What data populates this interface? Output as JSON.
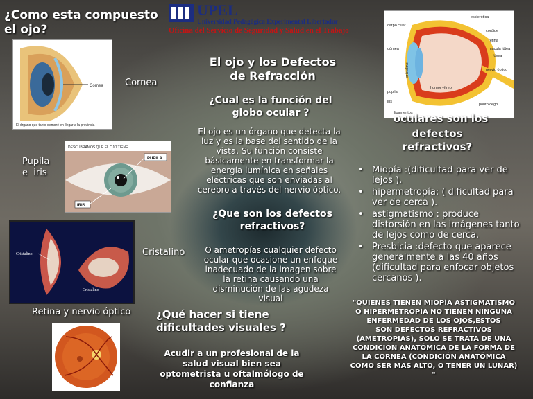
{
  "left": {
    "heading": "¿Como esta compuesto el ojo?",
    "cornea_label": "Cornea",
    "cornea_caption": "El órgano que tanto demoré en llegar a la provincia",
    "cornea_tag": "Cornea",
    "pupila_label": "Pupila\ne  iris",
    "eye_header": "DESCUBRAMOS QUE EL OJO TIENE...",
    "eye_tag_pupila": "PUPILA",
    "eye_tag_iris": "IRIS",
    "cristalino_label": "Cristalino",
    "cristalino_tag1": "Cristalino",
    "cristalino_tag2": "Cristalino",
    "retina_label": "Retina y nervio óptico"
  },
  "header": {
    "logo_text": "UPEL",
    "university": "Universidad Pedagógica Experimental Libertador",
    "office": "Oficina del Servicio de Seguridad y Salud en el Trabajo"
  },
  "center": {
    "title": "El ojo y los Defectos de Refracción",
    "q1": "¿Cual es la función del globo ocular ?",
    "p1": "El ojo es un órgano que detecta la luz y es la base del sentido de la vista. Su función consiste básicamente en transformar la energía lumínica en señales eléctricas que son enviadas al cerebro a través del nervio óptico.",
    "q2": "¿Que son los defectos refractivos?",
    "p2": "O ametropías cualquier defecto ocular que ocasione un enfoque inadecuado de la imagen sobre la retina causando una disminución de las agudeza visual",
    "q3": "¿Qué hacer  si tiene dificultades visuales ?",
    "p3": "Acudir a un profesional de la salud visual bien sea optometrista u oftalmólogo de confianza"
  },
  "right": {
    "diagram_labels": [
      "esclerótica",
      "carpo ciliar",
      "córnea",
      "coróide",
      "retina",
      "mácula lútea",
      "fóvea",
      "nervio óptico",
      "humor vítreo",
      "cristalino",
      "pupila",
      "iris",
      "ligamentos",
      "ponto cego"
    ],
    "q_partial": "oculares  son los",
    "q_rest": "defectos refractivos?",
    "items": [
      "Miopía :(dificultad para ver de lejos ).",
      " hipermetropía: ( dificultad para ver de cerca ).",
      " astigmatismo : produce distorsión en las imágenes tanto de lejos como de cerca.",
      "Presbicia :defecto  que aparece generalmente a las 40 años (dificultad para enfocar objetos cercanos )."
    ],
    "quote": "\"QUIENES TIENEN  MIOPÍA ASTIGMATISMO O HIPERMETROPÍA NO TIENEN NINGUNA ENFERMEDAD DE LOS OJOS,ESTOS\nSON DEFECTOS REFRACTIVOS (AMETROPIAS), SOLO SE TRATA DE UNA CONDICIÓN ANATÓMICA DE LA FORMA DE LA CORNEA (CONDICIÓN ANATÓMICA COMO SER MAS ALTO, O TENER UN LUNAR) \""
  }
}
